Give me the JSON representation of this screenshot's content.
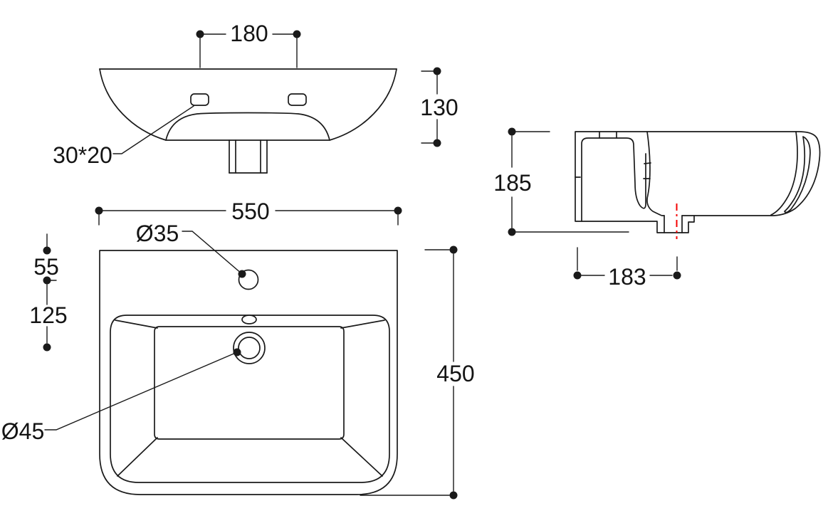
{
  "title": "Wash basin technical drawing, three orthographic views with dimensions (mm)",
  "views": {
    "back": {
      "dim_fixing_centers": "180",
      "dim_height": "130",
      "fixing_hole_size": "30*20"
    },
    "plan": {
      "dim_width": "550",
      "tap_hole": "Ø35",
      "dim_tap_offset": "55",
      "dim_tap_to_drain": "125",
      "drain": "Ø45",
      "dim_depth": "450"
    },
    "side": {
      "dim_height": "185",
      "dim_drain_offset": "183"
    }
  },
  "colors": {
    "line": "#1a1a1a",
    "centerline_red": "#f40000",
    "background": "#ffffff"
  }
}
